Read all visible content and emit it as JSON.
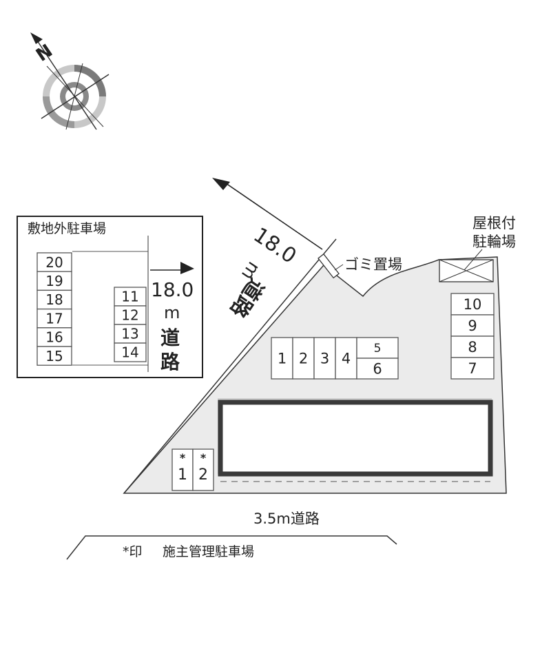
{
  "compass": {
    "north_label": "N",
    "icon": "compass-rose-icon"
  },
  "offsite_box": {
    "title": "敷地外駐車場",
    "left_column": [
      "20",
      "19",
      "18",
      "17",
      "16",
      "15"
    ],
    "right_column": [
      "11",
      "12",
      "13",
      "14"
    ],
    "road": {
      "width": "18.0",
      "unit": "m",
      "name_chars": [
        "道",
        "路"
      ]
    }
  },
  "site": {
    "northwest_road": {
      "width": "18.0",
      "unit": "m",
      "name": "道路"
    },
    "garbage_label": "ゴミ置場",
    "bike_shed_label": [
      "屋根付",
      "駐輪場"
    ],
    "center_stalls": [
      "1",
      "2",
      "3",
      "4"
    ],
    "center_stack": [
      "5",
      "6"
    ],
    "right_stalls": [
      "10",
      "9",
      "8",
      "7"
    ],
    "owner_stalls": [
      {
        "mark": "*",
        "number": "1"
      },
      {
        "mark": "*",
        "number": "2"
      }
    ],
    "south_road": "3.5m道路"
  },
  "legend": {
    "mark": "*印",
    "text": "施主管理駐車場"
  },
  "colors": {
    "site_fill": "#ebebeb",
    "building_border": "#3a3a3a",
    "line": "#333333"
  }
}
